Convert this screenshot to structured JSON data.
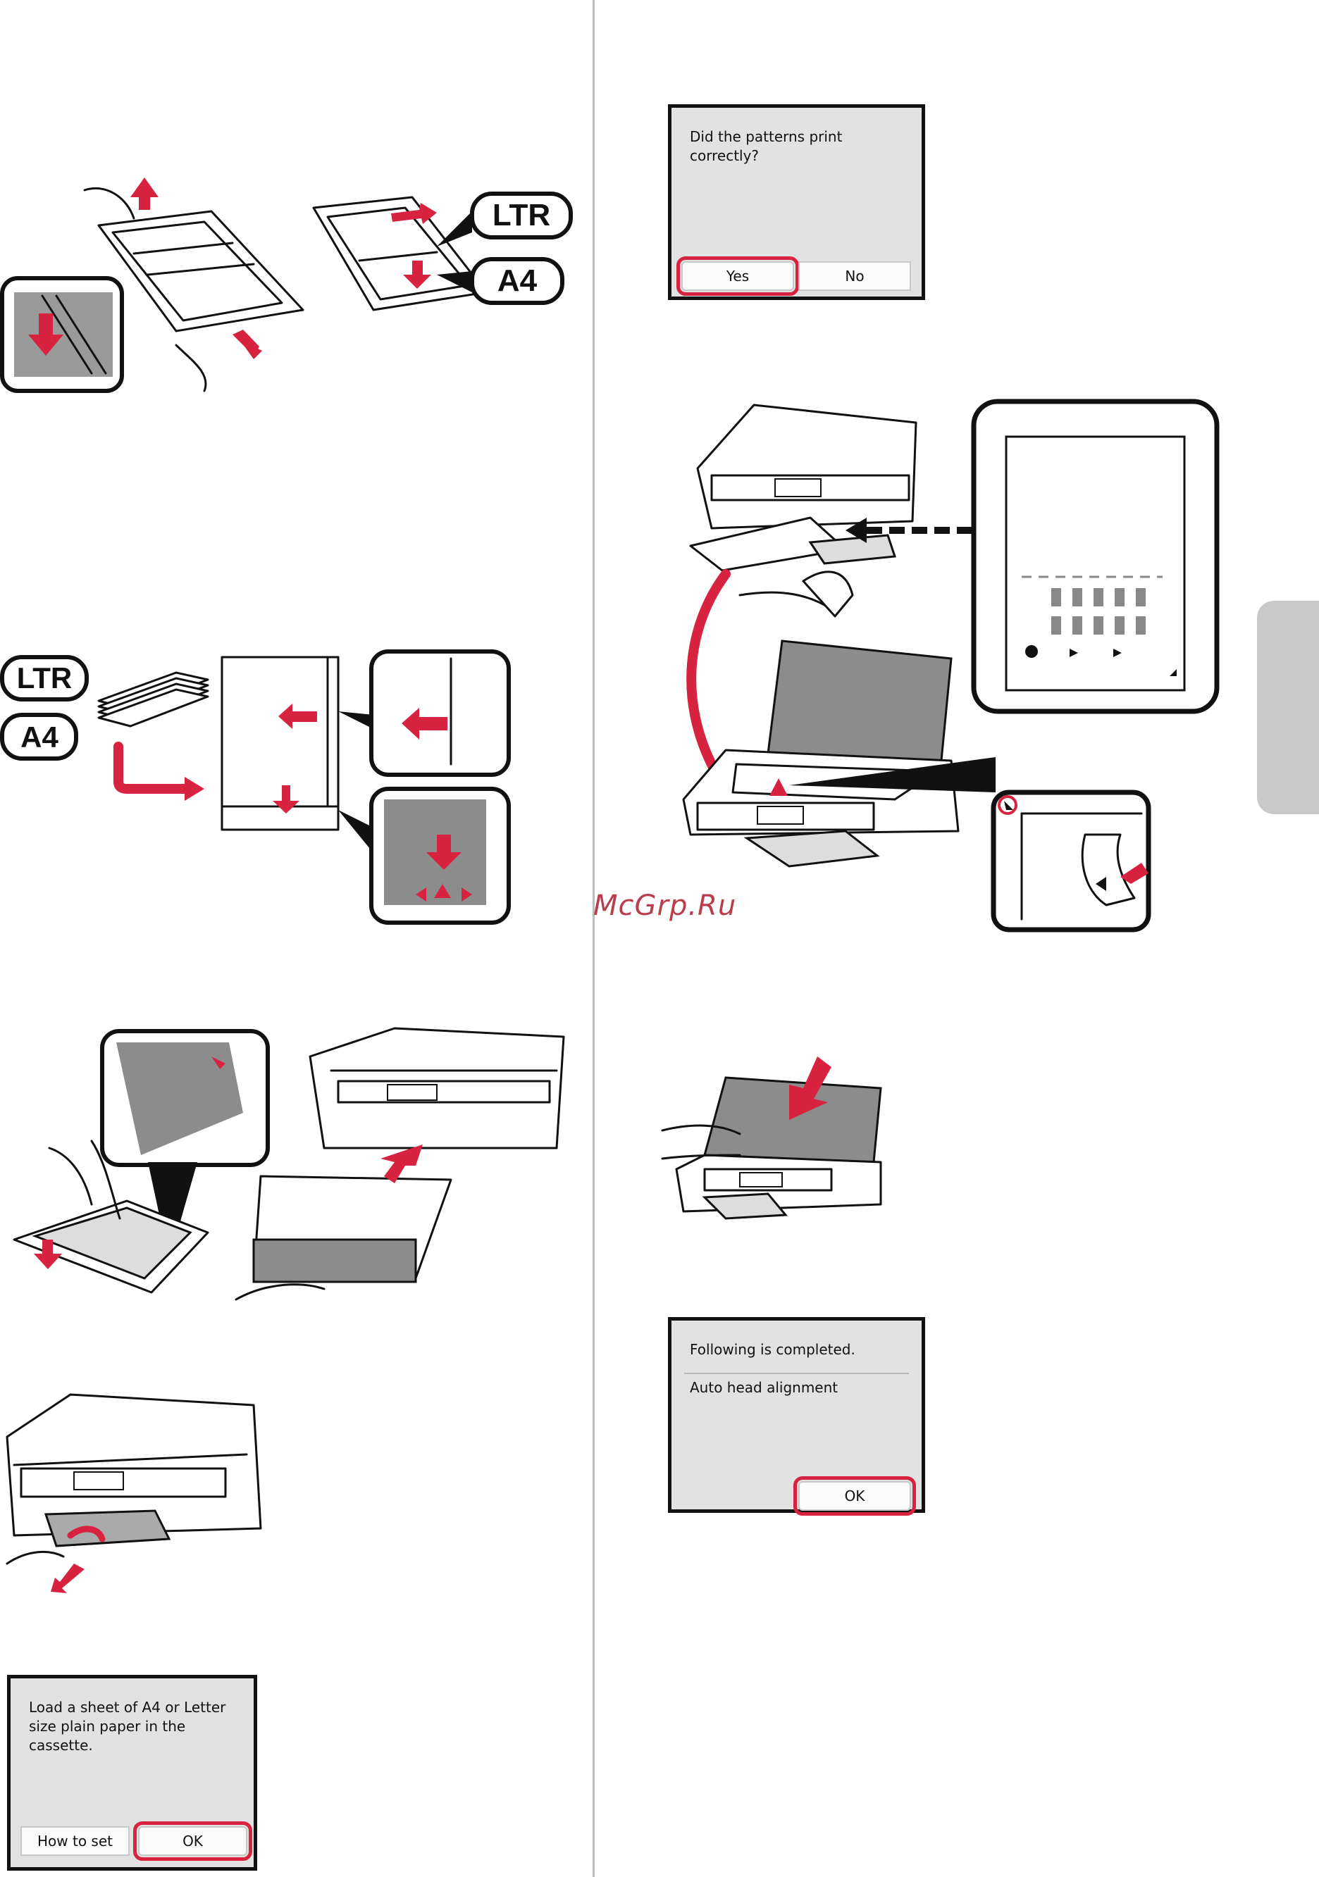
{
  "watermark": "McGrp.Ru",
  "screens": {
    "load_paper": {
      "message": "Load a sheet of A4 or Letter size plain paper in the cassette.",
      "buttons": [
        "How to set",
        "OK"
      ],
      "highlighted": "OK"
    },
    "patterns": {
      "message": "Did the patterns print correctly?",
      "buttons": [
        "Yes",
        "No"
      ],
      "highlighted": "Yes"
    },
    "completed": {
      "line1": "Following is completed.",
      "line2": "Auto head alignment",
      "buttons": [
        "OK"
      ],
      "highlighted": "OK"
    }
  },
  "callouts": {
    "ltr": "LTR",
    "a4": "A4"
  },
  "colors": {
    "accent": "#d7233f",
    "lcd_background": "#e2e2e2",
    "divider": "#bdbdbd",
    "side_tab": "#c9c9c9"
  },
  "icons": [
    "arrow-up-icon",
    "arrow-down-icon",
    "arrow-left-icon",
    "curved-arrow-icon",
    "dashed-arrow-icon"
  ]
}
